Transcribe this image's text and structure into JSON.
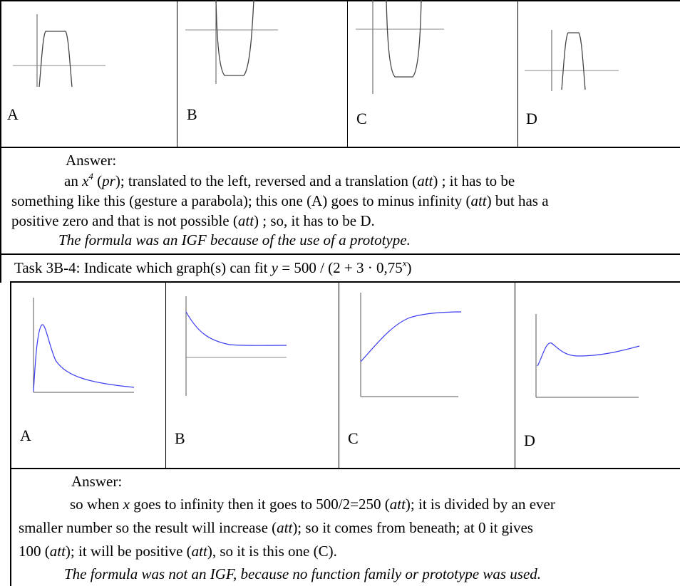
{
  "task1": {
    "graphs": [
      {
        "label": "A",
        "icon": "quartic-graph-inverted-positive-zero"
      },
      {
        "label": "B",
        "icon": "quartic-graph-upright-below-axis"
      },
      {
        "label": "C",
        "icon": "quartic-graph-upright-below-axis"
      },
      {
        "label": "D",
        "icon": "quartic-graph-inverted"
      }
    ],
    "answer_heading": "Answer:",
    "answer_lines": {
      "l1_a": "an ",
      "l1_x": "x",
      "l1_exp": "4",
      "l1_b": " (",
      "l1_pr": "pr",
      "l1_c": "); translated to the left, reversed and a translation (",
      "l1_att": "att",
      "l1_d": ") ; it has to be",
      "l2_a": "something like this (gesture a parabola); this one (A) goes to minus infinity (",
      "l2_att": "att",
      "l2_b": ") but has a",
      "l3_a": "positive zero and that is not possible (",
      "l3_att": "att",
      "l3_b": ") ; so, it has to be D."
    },
    "conclusion": "The formula was an IGF because of the use of a prototype."
  },
  "task2": {
    "title_prefix": "Task 3B-4:   Indicate which graph(s) can fit ",
    "formula_y": "y",
    "formula_mid": " = 500 / (2 + 3 · 0,75",
    "formula_exp": "x",
    "formula_end": ")",
    "graphs": [
      {
        "label": "A",
        "icon": "spike-decay-graph"
      },
      {
        "label": "B",
        "icon": "decay-to-asymptote-graph"
      },
      {
        "label": "C",
        "icon": "logistic-rise-graph"
      },
      {
        "label": "D",
        "icon": "bump-then-rise-graph"
      }
    ],
    "answer_heading": "Answer:",
    "answer_lines": {
      "l1_a": "so when ",
      "l1_x": "x",
      "l1_b": " goes to infinity then it goes to 500/2=250 (",
      "l1_att": "att",
      "l1_c": "); it is divided by an ever",
      "l2_a": "smaller number so the result will increase (",
      "l2_att": "att",
      "l2_b": "); so it comes from beneath; at 0 it gives",
      "l3_a": "100 (",
      "l3_att": "att",
      "l3_b": "); it will be positive (",
      "l3_att2": "att",
      "l3_c": "), so it is this one (C)."
    },
    "conclusion": "The formula was not an IGF, because no function family or prototype was used."
  }
}
